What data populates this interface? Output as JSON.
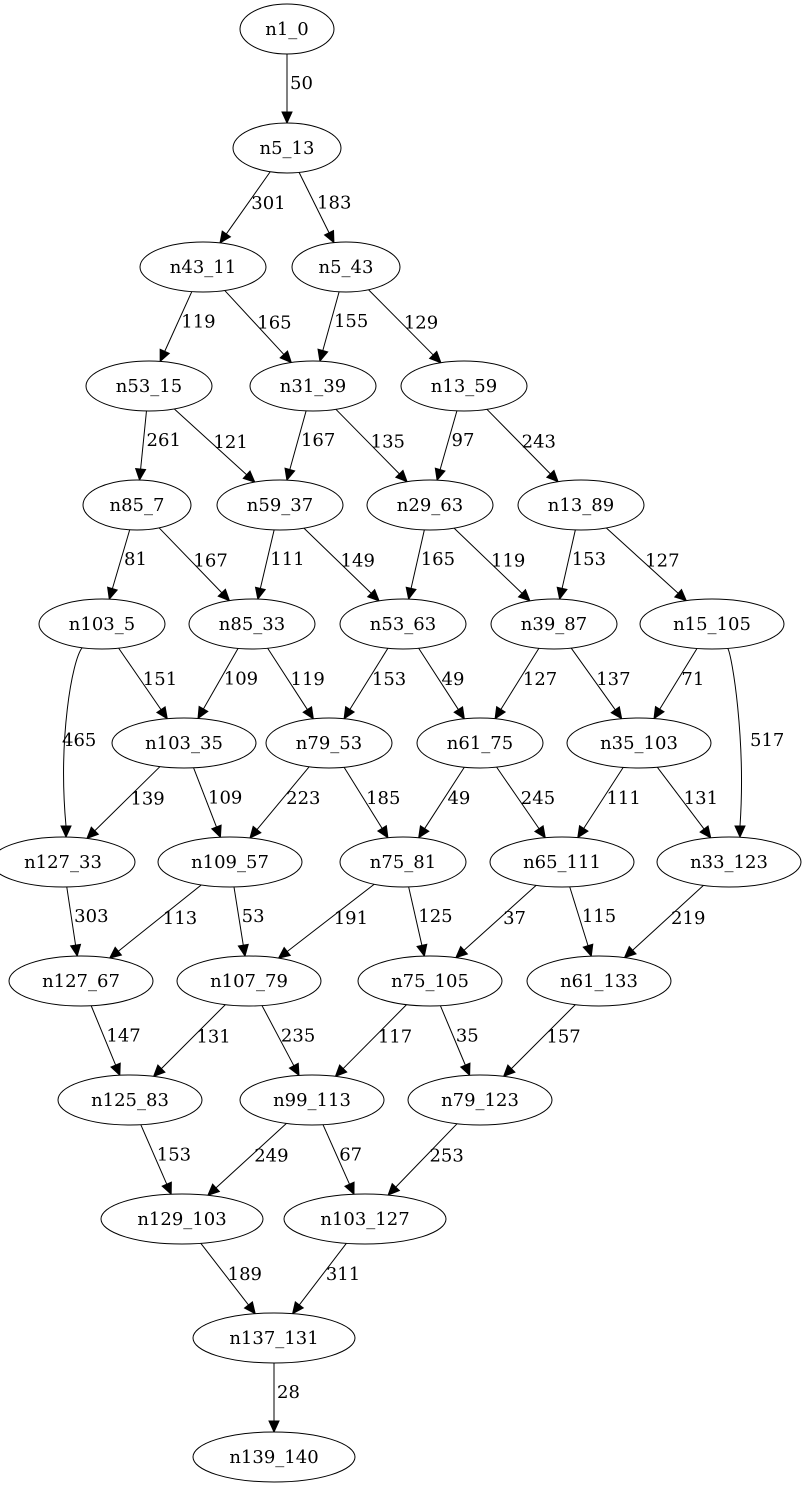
{
  "graph": {
    "nodes": [
      {
        "id": "n1_0",
        "label": "n1_0"
      },
      {
        "id": "n5_13",
        "label": "n5_13"
      },
      {
        "id": "n43_11",
        "label": "n43_11"
      },
      {
        "id": "n5_43",
        "label": "n5_43"
      },
      {
        "id": "n53_15",
        "label": "n53_15"
      },
      {
        "id": "n31_39",
        "label": "n31_39"
      },
      {
        "id": "n13_59",
        "label": "n13_59"
      },
      {
        "id": "n85_7",
        "label": "n85_7"
      },
      {
        "id": "n59_37",
        "label": "n59_37"
      },
      {
        "id": "n29_63",
        "label": "n29_63"
      },
      {
        "id": "n13_89",
        "label": "n13_89"
      },
      {
        "id": "n103_5",
        "label": "n103_5"
      },
      {
        "id": "n85_33",
        "label": "n85_33"
      },
      {
        "id": "n53_63",
        "label": "n53_63"
      },
      {
        "id": "n39_87",
        "label": "n39_87"
      },
      {
        "id": "n15_105",
        "label": "n15_105"
      },
      {
        "id": "n103_35",
        "label": "n103_35"
      },
      {
        "id": "n79_53",
        "label": "n79_53"
      },
      {
        "id": "n61_75",
        "label": "n61_75"
      },
      {
        "id": "n35_103",
        "label": "n35_103"
      },
      {
        "id": "n127_33",
        "label": "n127_33"
      },
      {
        "id": "n109_57",
        "label": "n109_57"
      },
      {
        "id": "n75_81",
        "label": "n75_81"
      },
      {
        "id": "n65_111",
        "label": "n65_111"
      },
      {
        "id": "n33_123",
        "label": "n33_123"
      },
      {
        "id": "n127_67",
        "label": "n127_67"
      },
      {
        "id": "n107_79",
        "label": "n107_79"
      },
      {
        "id": "n75_105",
        "label": "n75_105"
      },
      {
        "id": "n61_133",
        "label": "n61_133"
      },
      {
        "id": "n125_83",
        "label": "n125_83"
      },
      {
        "id": "n99_113",
        "label": "n99_113"
      },
      {
        "id": "n79_123",
        "label": "n79_123"
      },
      {
        "id": "n129_103",
        "label": "n129_103"
      },
      {
        "id": "n103_127",
        "label": "n103_127"
      },
      {
        "id": "n137_131",
        "label": "n137_131"
      },
      {
        "id": "n139_140",
        "label": "n139_140"
      }
    ],
    "edges": [
      {
        "from": "n1_0",
        "to": "n5_13",
        "label": "50"
      },
      {
        "from": "n5_13",
        "to": "n43_11",
        "label": "301"
      },
      {
        "from": "n5_13",
        "to": "n5_43",
        "label": "183"
      },
      {
        "from": "n43_11",
        "to": "n53_15",
        "label": "119"
      },
      {
        "from": "n43_11",
        "to": "n31_39",
        "label": "165"
      },
      {
        "from": "n5_43",
        "to": "n31_39",
        "label": "155"
      },
      {
        "from": "n5_43",
        "to": "n13_59",
        "label": "129"
      },
      {
        "from": "n53_15",
        "to": "n85_7",
        "label": "261"
      },
      {
        "from": "n53_15",
        "to": "n59_37",
        "label": "121"
      },
      {
        "from": "n31_39",
        "to": "n59_37",
        "label": "167"
      },
      {
        "from": "n31_39",
        "to": "n29_63",
        "label": "135"
      },
      {
        "from": "n13_59",
        "to": "n29_63",
        "label": "97"
      },
      {
        "from": "n13_59",
        "to": "n13_89",
        "label": "243"
      },
      {
        "from": "n85_7",
        "to": "n103_5",
        "label": "81"
      },
      {
        "from": "n85_7",
        "to": "n85_33",
        "label": "167"
      },
      {
        "from": "n59_37",
        "to": "n85_33",
        "label": "111"
      },
      {
        "from": "n59_37",
        "to": "n53_63",
        "label": "149"
      },
      {
        "from": "n29_63",
        "to": "n53_63",
        "label": "165"
      },
      {
        "from": "n29_63",
        "to": "n39_87",
        "label": "119"
      },
      {
        "from": "n13_89",
        "to": "n39_87",
        "label": "153"
      },
      {
        "from": "n13_89",
        "to": "n15_105",
        "label": "127"
      },
      {
        "from": "n103_5",
        "to": "n127_33",
        "label": "465"
      },
      {
        "from": "n103_5",
        "to": "n103_35",
        "label": "151"
      },
      {
        "from": "n85_33",
        "to": "n103_35",
        "label": "109"
      },
      {
        "from": "n85_33",
        "to": "n79_53",
        "label": "119"
      },
      {
        "from": "n53_63",
        "to": "n79_53",
        "label": "153"
      },
      {
        "from": "n53_63",
        "to": "n61_75",
        "label": "49"
      },
      {
        "from": "n39_87",
        "to": "n61_75",
        "label": "127"
      },
      {
        "from": "n39_87",
        "to": "n35_103",
        "label": "137"
      },
      {
        "from": "n15_105",
        "to": "n35_103",
        "label": "71"
      },
      {
        "from": "n15_105",
        "to": "n33_123",
        "label": "517"
      },
      {
        "from": "n103_35",
        "to": "n127_33",
        "label": "139"
      },
      {
        "from": "n103_35",
        "to": "n109_57",
        "label": "109"
      },
      {
        "from": "n79_53",
        "to": "n109_57",
        "label": "223"
      },
      {
        "from": "n79_53",
        "to": "n75_81",
        "label": "185"
      },
      {
        "from": "n61_75",
        "to": "n75_81",
        "label": "49"
      },
      {
        "from": "n61_75",
        "to": "n65_111",
        "label": "245"
      },
      {
        "from": "n35_103",
        "to": "n65_111",
        "label": "111"
      },
      {
        "from": "n35_103",
        "to": "n33_123",
        "label": "131"
      },
      {
        "from": "n127_33",
        "to": "n127_67",
        "label": "303"
      },
      {
        "from": "n109_57",
        "to": "n127_67",
        "label": "113"
      },
      {
        "from": "n109_57",
        "to": "n107_79",
        "label": "53"
      },
      {
        "from": "n75_81",
        "to": "n107_79",
        "label": "191"
      },
      {
        "from": "n75_81",
        "to": "n75_105",
        "label": "125"
      },
      {
        "from": "n65_111",
        "to": "n75_105",
        "label": "37"
      },
      {
        "from": "n65_111",
        "to": "n61_133",
        "label": "115"
      },
      {
        "from": "n33_123",
        "to": "n61_133",
        "label": "219"
      },
      {
        "from": "n127_67",
        "to": "n125_83",
        "label": "147"
      },
      {
        "from": "n107_79",
        "to": "n125_83",
        "label": "131"
      },
      {
        "from": "n107_79",
        "to": "n99_113",
        "label": "235"
      },
      {
        "from": "n75_105",
        "to": "n99_113",
        "label": "117"
      },
      {
        "from": "n75_105",
        "to": "n79_123",
        "label": "35"
      },
      {
        "from": "n61_133",
        "to": "n79_123",
        "label": "157"
      },
      {
        "from": "n125_83",
        "to": "n129_103",
        "label": "153"
      },
      {
        "from": "n99_113",
        "to": "n129_103",
        "label": "249"
      },
      {
        "from": "n99_113",
        "to": "n103_127",
        "label": "67"
      },
      {
        "from": "n79_123",
        "to": "n103_127",
        "label": "253"
      },
      {
        "from": "n129_103",
        "to": "n137_131",
        "label": "189"
      },
      {
        "from": "n103_127",
        "to": "n137_131",
        "label": "311"
      },
      {
        "from": "n137_131",
        "to": "n139_140",
        "label": "28"
      }
    ]
  }
}
